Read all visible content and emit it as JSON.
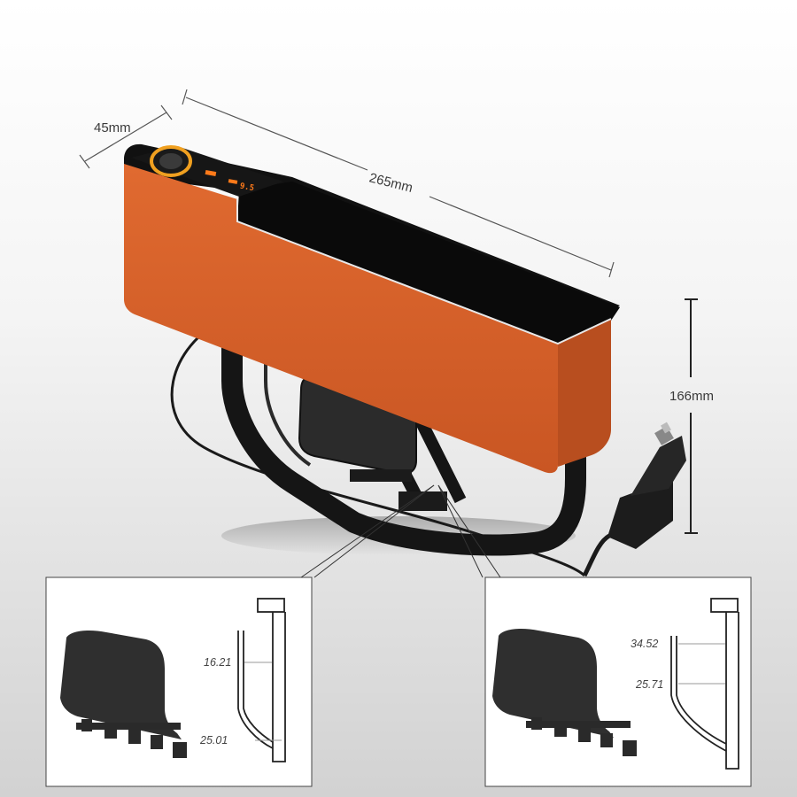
{
  "dimensions": {
    "depth": "45mm",
    "length": "265mm",
    "height": "166mm"
  },
  "led_display": "9.5",
  "detail_left": {
    "upper": "16.21",
    "lower": "25.01"
  },
  "detail_right": {
    "upper": "34.52",
    "lower": "25.71"
  },
  "colors": {
    "body": "#d8602a",
    "body_dark": "#b84e1f",
    "black": "#141414",
    "ring": "#f0a020",
    "line": "#555555"
  },
  "icons": [
    "cigarette-lighter-plug-icon",
    "power-ring-icon",
    "usb-port-icon"
  ]
}
